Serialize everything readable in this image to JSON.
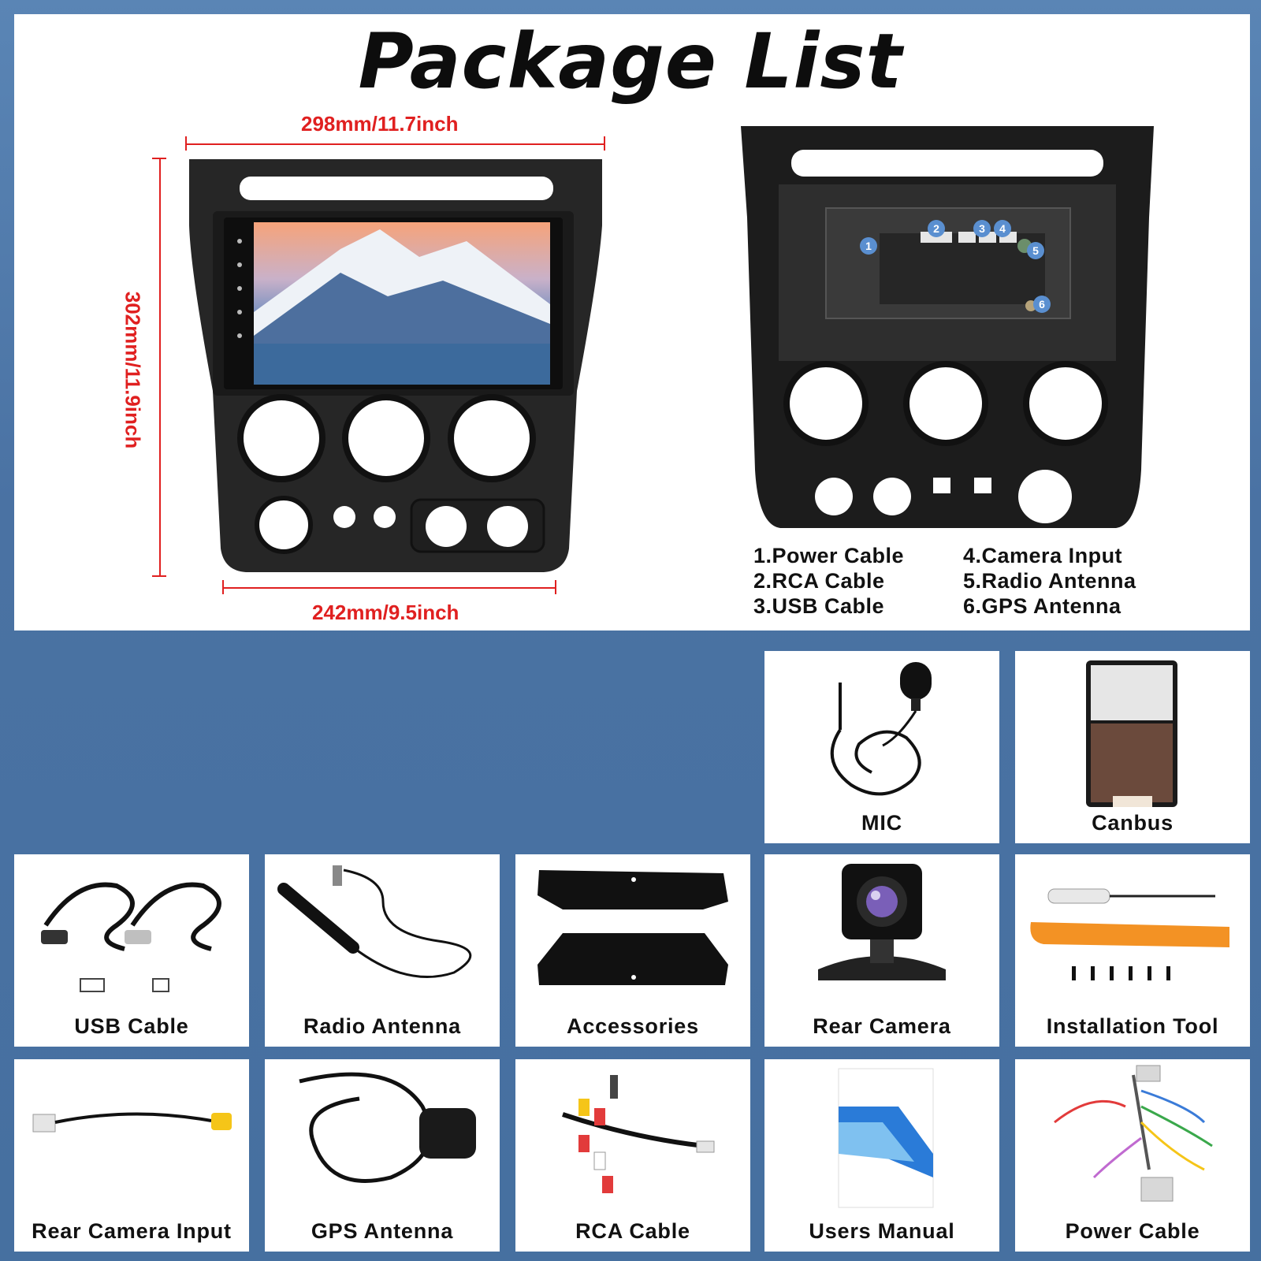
{
  "title": "Package List",
  "dimensions": {
    "top_width": "298mm/11.7inch",
    "height": "302mm/11.9inch",
    "bottom_width": "242mm/9.5inch"
  },
  "connector_markers": [
    "1",
    "2",
    "3",
    "4",
    "5",
    "6"
  ],
  "connector_legend": [
    "1.Power Cable",
    "2.RCA Cable",
    "3.USB Cable",
    "4.Camera Input",
    "5.Radio Antenna",
    "6.GPS Antenna"
  ],
  "items": {
    "mic": "MIC",
    "canbus": "Canbus",
    "usb_cable": "USB Cable",
    "radio_antenna": "Radio Antenna",
    "accessories": "Accessories",
    "rear_camera": "Rear Camera",
    "installation_tool": "Installation Tool",
    "rear_camera_input": "Rear Camera Input",
    "gps_antenna": "GPS Antenna",
    "rca_cable": "RCA Cable",
    "users_manual": "Users Manual",
    "power_cable": "Power Cable"
  },
  "colors": {
    "background_blue": "#4a72a3",
    "dimension_red": "#e02020",
    "panel_black": "#1e1e1e",
    "marker_blue": "#5a8fd0"
  }
}
